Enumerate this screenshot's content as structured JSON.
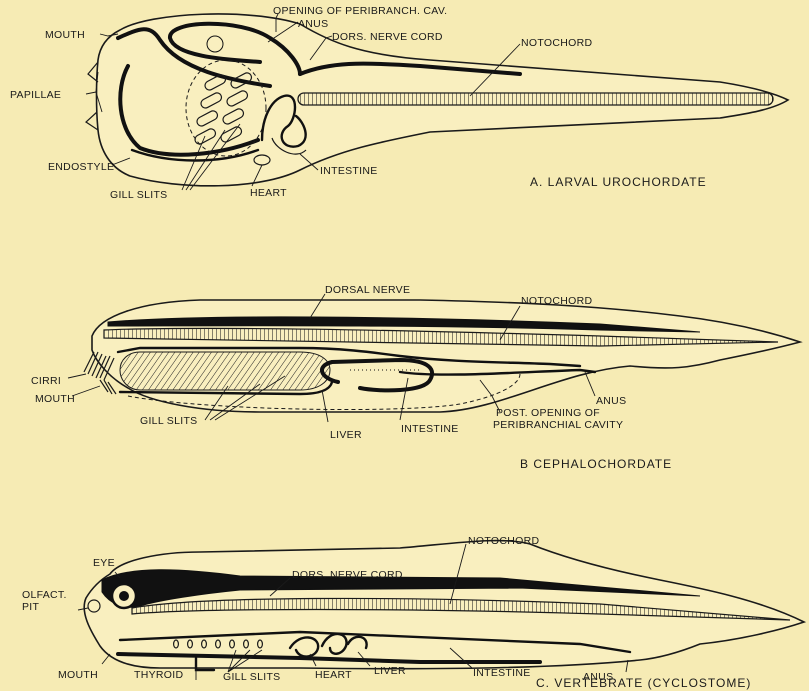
{
  "diagram_a": {
    "caption": "A.  LARVAL  UROCHORDATE",
    "labels": {
      "opening": "OPENING OF PERIBRANCH. CAV.",
      "anus": "ANUS",
      "mouth": "MOUTH",
      "nerve": "DORS. NERVE CORD",
      "notochord": "NOTOCHORD",
      "papillae": "PAPILLAE",
      "endostyle": "ENDOSTYLE",
      "intestine": "INTESTINE",
      "gill_slits": "GILL SLITS",
      "heart": "HEART"
    }
  },
  "diagram_b": {
    "caption": "B   CEPHALOCHORDATE",
    "labels": {
      "dorsal_nerve": "DORSAL NERVE",
      "notochord": "NOTOCHORD",
      "cirri": "CIRRI",
      "mouth": "MOUTH",
      "anus": "ANUS",
      "gill_slits": "GILL SLITS",
      "liver": "LIVER",
      "intestine": "INTESTINE",
      "post_opening_1": "POST. OPENING OF",
      "post_opening_2": "PERIBRANCHIAL CAVITY"
    }
  },
  "diagram_c": {
    "caption": "C.  VERTEBRATE  (CYCLOSTOME)",
    "labels": {
      "notochord": "NOTOCHORD",
      "eye": "EYE",
      "nerve": "DORS. NERVE CORD",
      "olfact_1": "OLFACT.",
      "olfact_2": "PIT",
      "mouth": "MOUTH",
      "thyroid": "THYROID",
      "gill_slits": "GILL SLITS",
      "heart": "HEART",
      "liver": "LIVER",
      "intestine": "INTESTINE",
      "anus": "ANUS"
    }
  }
}
